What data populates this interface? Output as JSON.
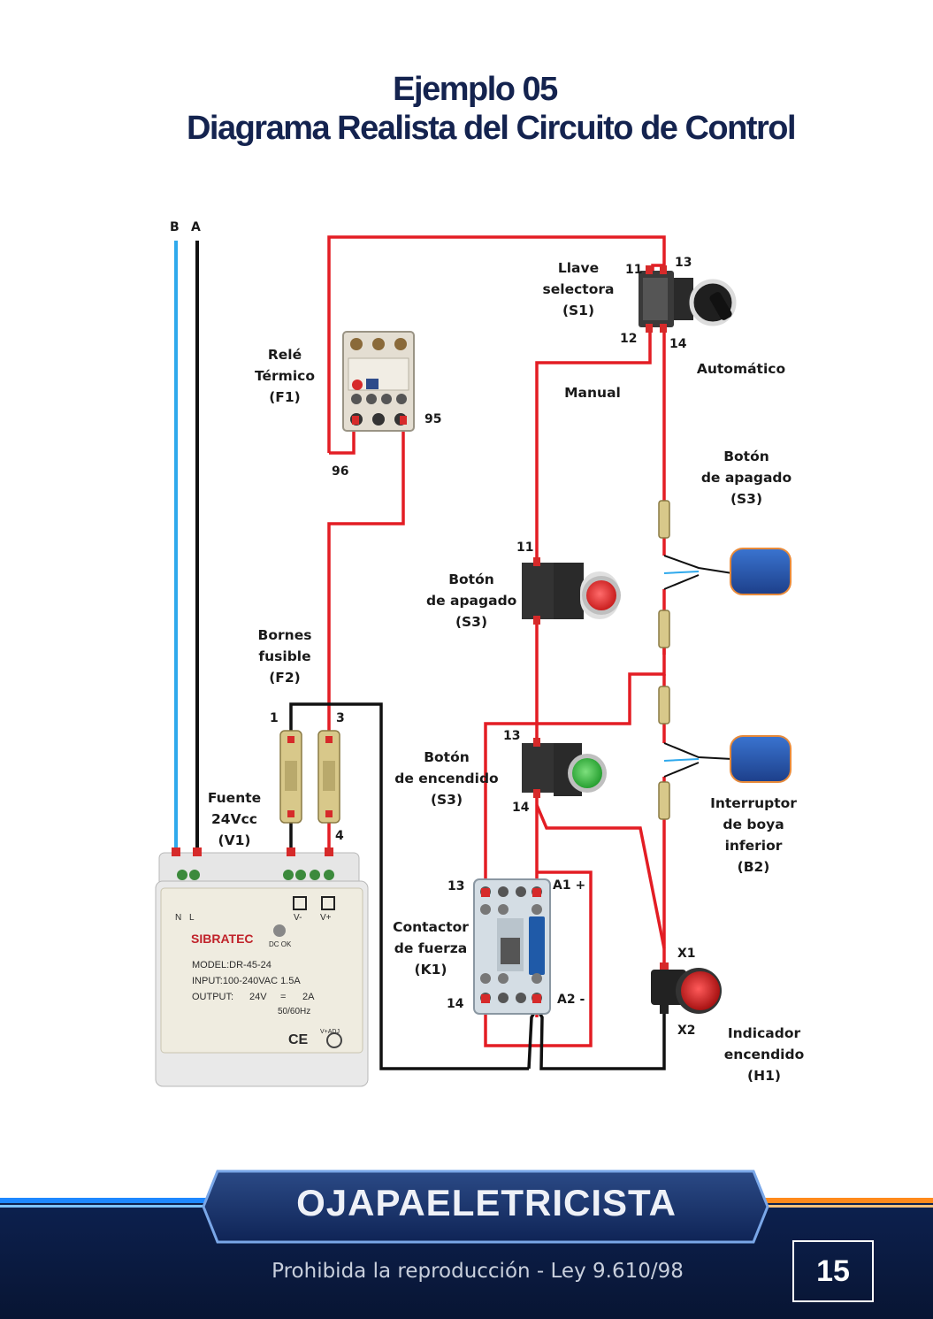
{
  "title": {
    "line1": "Ejemplo 05",
    "line2": "Diagrama Realista del  Circuito de Control"
  },
  "lines": {
    "b": "B",
    "a": "A"
  },
  "labels": {
    "selector": [
      "Llave",
      "selectora",
      "(S1)"
    ],
    "automatico": "Automático",
    "manual": "Manual",
    "thermal": [
      "Relé",
      "Térmico",
      "(F1)"
    ],
    "off_top": [
      "Botón",
      "de apagado",
      "(S3)"
    ],
    "off_left": [
      "Botón",
      "de apagado",
      "(S3)"
    ],
    "on_btn": [
      "Botón",
      "de encendido",
      "(S3)"
    ],
    "fuses": [
      "Bornes",
      "fusible",
      "(F2)"
    ],
    "psu": [
      "Fuente",
      "24Vcc",
      "(V1)"
    ],
    "contactor": [
      "Contactor",
      "de fuerza",
      "(K1)"
    ],
    "float": [
      "Interruptor",
      "de boya",
      "inferior",
      "(B2)"
    ],
    "indicator": [
      "Indicador",
      "encendido",
      "(H1)"
    ]
  },
  "terminals": {
    "s1_11": "11",
    "s1_13": "13",
    "s1_12": "12",
    "s1_14": "14",
    "f1_95": "95",
    "f1_96": "96",
    "off_11": "11",
    "on_13": "13",
    "on_14": "14",
    "f2_1": "1",
    "f2_3": "3",
    "f2_4": "4",
    "k1_13": "13",
    "k1_14": "14",
    "k1_a1": "A1 +",
    "k1_a2": "A2 -",
    "h1_x1": "X1",
    "h1_x2": "X2"
  },
  "psu": {
    "brand": "SIBRATEC",
    "dc_ok": "DC OK",
    "model": "MODEL:DR-45-24",
    "input": "INPUT:100-240VAC  1.5A",
    "output_label": "OUTPUT:",
    "output_v": "24V",
    "output_eq": "=",
    "output_a": "2A",
    "freq": "50/60Hz",
    "ce": "CE",
    "n": "N",
    "l": "L",
    "vminus": "V-",
    "vplus": "V+",
    "vadj": "V+ADJ"
  },
  "footer": {
    "brand": "OJAPAELETRICISTA",
    "legal": "Prohibida la reproducción - Ley 9.610/98",
    "page": "15"
  },
  "colors": {
    "title": "#14234f",
    "wire_red": "#e31d24",
    "wire_black": "#111111",
    "wire_blue": "#2fa9ec",
    "footer_bg": "#0b1a3e",
    "accent_orange": "#ff8a1c",
    "accent_blue": "#1e88ff"
  }
}
